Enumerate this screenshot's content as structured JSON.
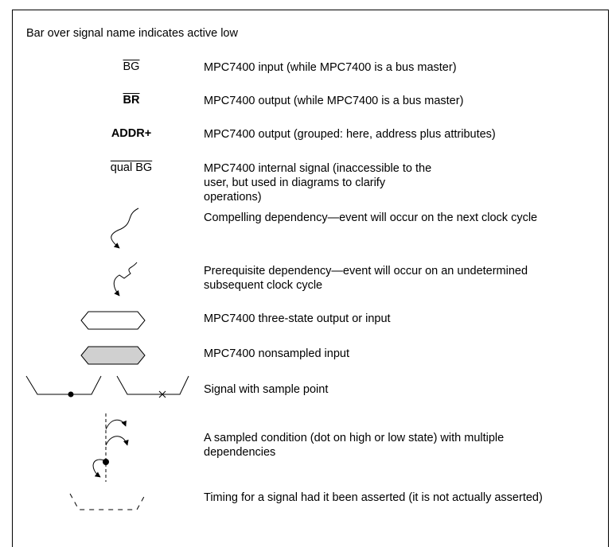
{
  "heading": "Bar over signal name indicates active low",
  "legend": [
    {
      "symbol": "BG",
      "style": "overline",
      "description": "MPC7400 input (while MPC7400 is a bus master)"
    },
    {
      "symbol": "BR",
      "style": "overline-bold",
      "description": "MPC7400 output (while MPC7400 is a bus master)"
    },
    {
      "symbol": "ADDR+",
      "style": "bold",
      "description": "MPC7400 output (grouped: here, address plus attributes)"
    },
    {
      "symbol": "qual BG",
      "style": "overline",
      "description": "MPC7400 internal signal (inaccessible to the user, but used in diagrams to clarify operations)"
    },
    {
      "icon": "compelling-dependency-arrow-icon",
      "description": "Compelling dependency—event will occur on the next clock cycle"
    },
    {
      "icon": "prerequisite-dependency-arrow-icon",
      "description": "Prerequisite dependency—event will occur on an undetermined subsequent clock cycle"
    },
    {
      "icon": "three-state-hexagon-icon",
      "fill": "#ffffff",
      "description": "MPC7400 three-state output or input"
    },
    {
      "icon": "nonsampled-hexagon-icon",
      "fill": "#d0d0d0",
      "description": "MPC7400 nonsampled input"
    },
    {
      "icon": "sample-point-signal-icon",
      "description": "Signal with sample point"
    },
    {
      "icon": "sampled-condition-dependencies-icon",
      "description": "A sampled condition (dot on high or low state)  with multiple dependencies"
    },
    {
      "icon": "unasserted-timing-dashed-icon",
      "description": "Timing for a signal had it been asserted (it is not actually asserted)"
    }
  ]
}
